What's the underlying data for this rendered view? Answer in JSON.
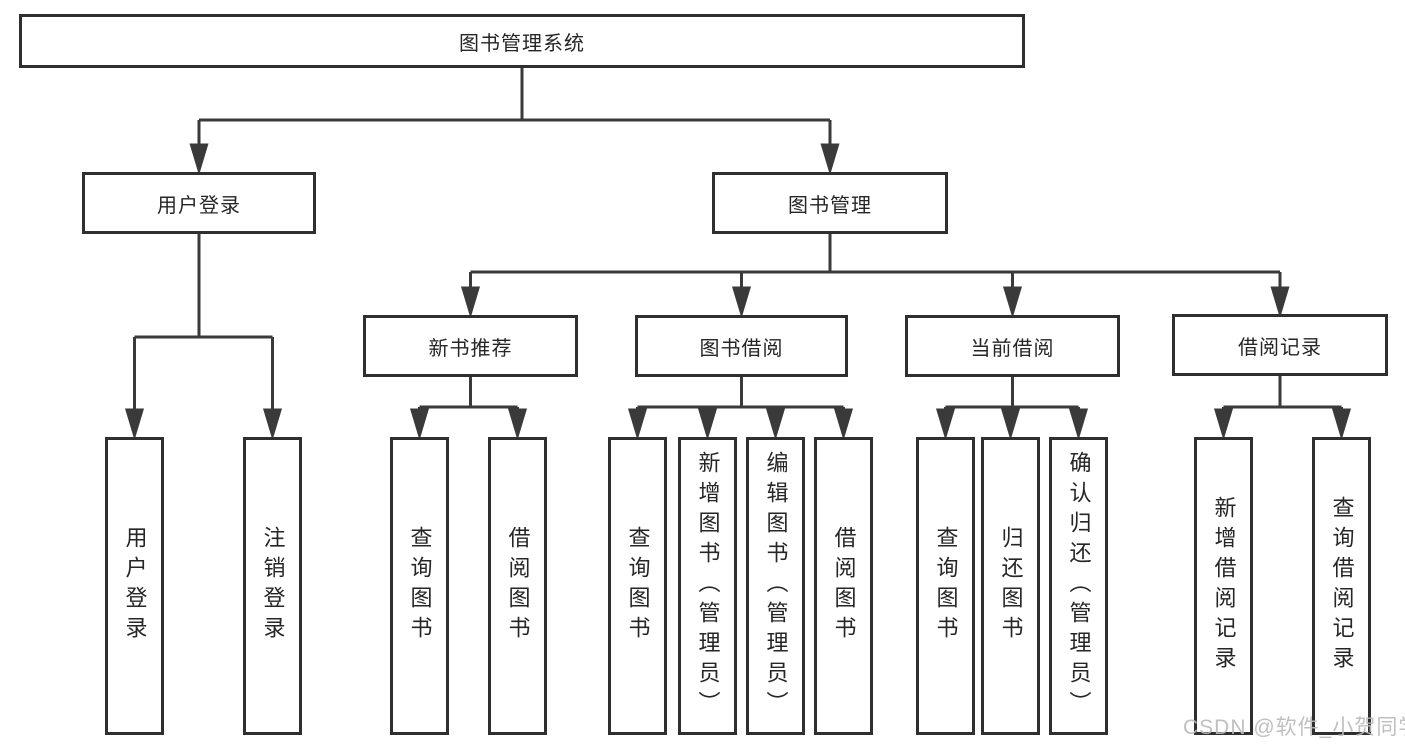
{
  "diagram_type": "hierarchy-tree",
  "title": "图书管理系统",
  "colors": {
    "line": "#3a3a3a",
    "box_border": "#2f2f2f",
    "box_fill": "#ffffff",
    "text": "#262626",
    "background": "#ffffff",
    "watermark": "#bbbbbb"
  },
  "nodes": {
    "root": {
      "label": "图书管理系统"
    },
    "level2": [
      {
        "label": "用户登录"
      },
      {
        "label": "图书管理"
      }
    ],
    "level3": [
      {
        "label": "新书推荐"
      },
      {
        "label": "图书借阅"
      },
      {
        "label": "当前借阅"
      },
      {
        "label": "借阅记录"
      }
    ],
    "leaves_user_login": [
      {
        "label": "用户登录"
      },
      {
        "label": "注销登录"
      }
    ],
    "leaves_new_book": [
      {
        "label": "查询图书"
      },
      {
        "label": "借阅图书"
      }
    ],
    "leaves_book_borrow": [
      {
        "label": "查询图书"
      },
      {
        "label": "新增图书（管理员）"
      },
      {
        "label": "编辑图书（管理员）"
      },
      {
        "label": "借阅图书"
      }
    ],
    "leaves_current_borrow": [
      {
        "label": "查询图书"
      },
      {
        "label": "归还图书"
      },
      {
        "label": "确认归还（管理员）"
      }
    ],
    "leaves_borrow_record": [
      {
        "label": "新增借阅记录"
      },
      {
        "label": "查询借阅记录"
      }
    ]
  },
  "watermark": "CSDN @软件_小贺同学"
}
